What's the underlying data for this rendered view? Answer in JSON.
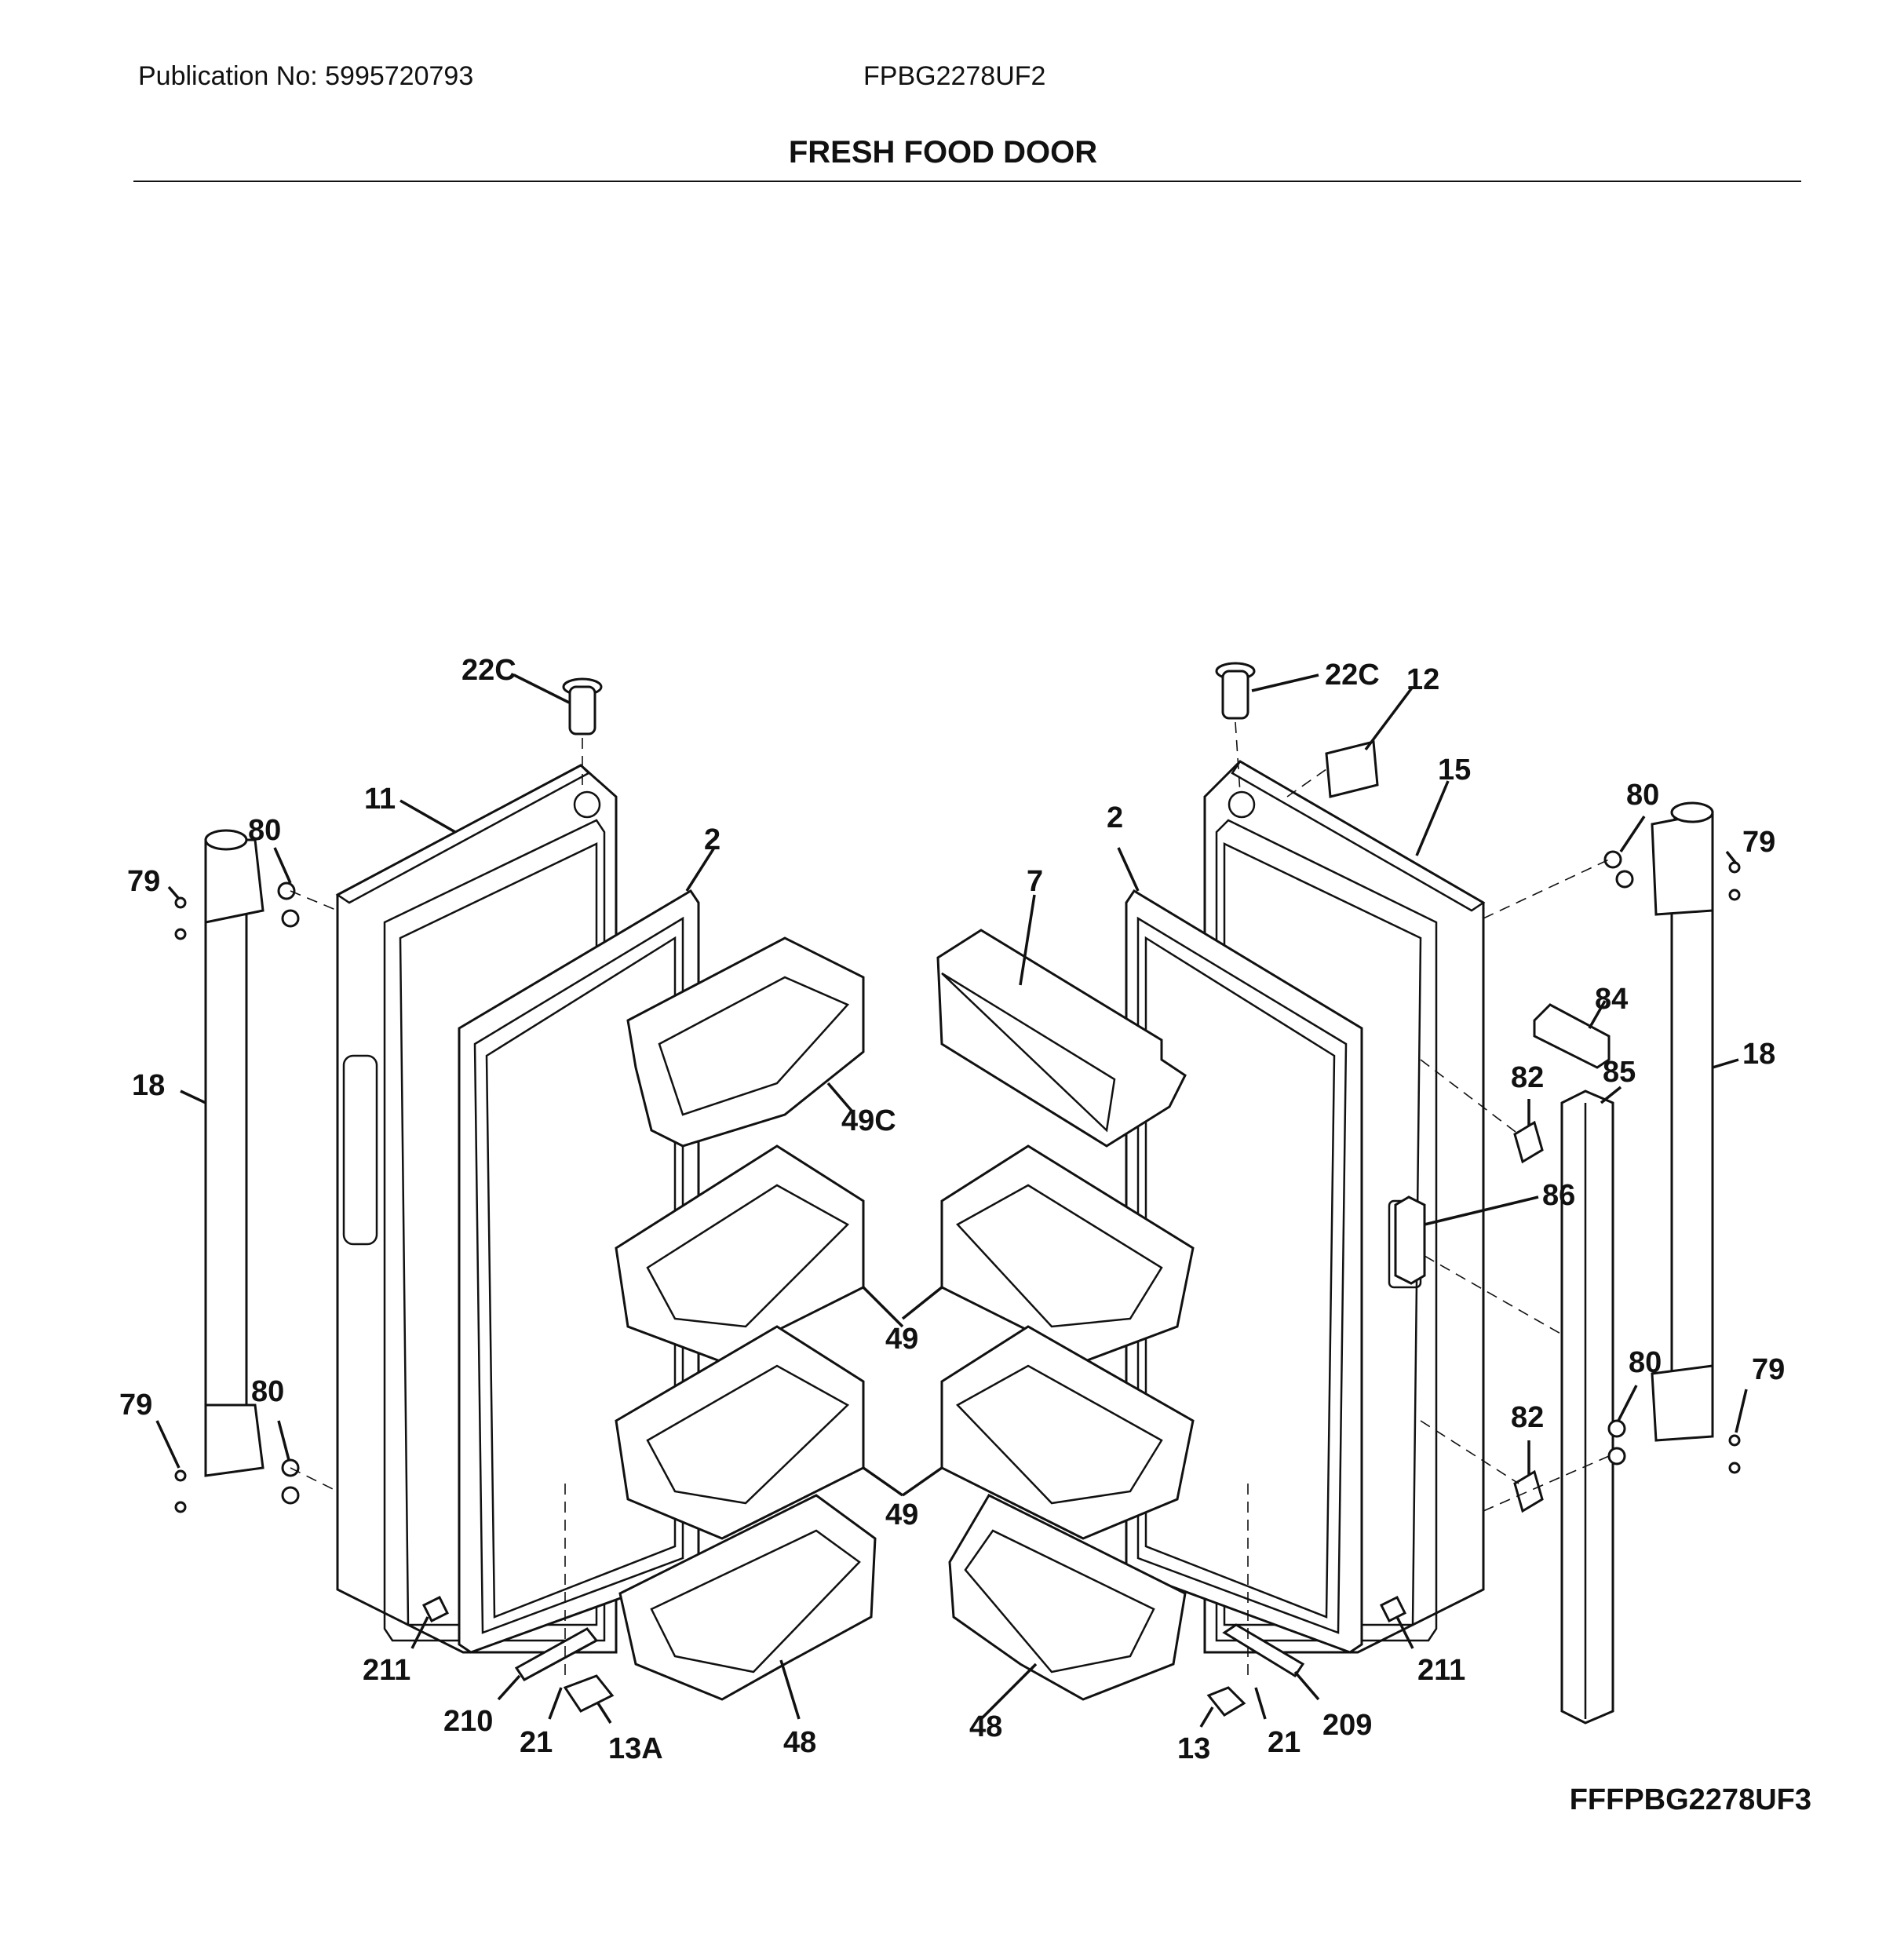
{
  "header": {
    "publication": "Publication No: 5995720793",
    "model": "FPBG2278UF2",
    "title": "FRESH FOOD DOOR"
  },
  "figure_code": "FFFPBG2278UF3",
  "callouts": [
    {
      "id": "c-22c-left",
      "text": "22C"
    },
    {
      "id": "c-22c-right",
      "text": "22C"
    },
    {
      "id": "c-12",
      "text": "12"
    },
    {
      "id": "c-11",
      "text": "11"
    },
    {
      "id": "c-15",
      "text": "15"
    },
    {
      "id": "c-2-left",
      "text": "2"
    },
    {
      "id": "c-2-right",
      "text": "2"
    },
    {
      "id": "c-7",
      "text": "7"
    },
    {
      "id": "c-80-tl",
      "text": "80"
    },
    {
      "id": "c-79-tl",
      "text": "79"
    },
    {
      "id": "c-80-tr",
      "text": "80"
    },
    {
      "id": "c-79-tr",
      "text": "79"
    },
    {
      "id": "c-18-left",
      "text": "18"
    },
    {
      "id": "c-18-right",
      "text": "18"
    },
    {
      "id": "c-49c",
      "text": "49C"
    },
    {
      "id": "c-84",
      "text": "84"
    },
    {
      "id": "c-82-top",
      "text": "82"
    },
    {
      "id": "c-85",
      "text": "85"
    },
    {
      "id": "c-86",
      "text": "86"
    },
    {
      "id": "c-49-a",
      "text": "49"
    },
    {
      "id": "c-49-b",
      "text": "49"
    },
    {
      "id": "c-79-bl",
      "text": "79"
    },
    {
      "id": "c-80-bl",
      "text": "80"
    },
    {
      "id": "c-80-br",
      "text": "80"
    },
    {
      "id": "c-79-br",
      "text": "79"
    },
    {
      "id": "c-82-bot",
      "text": "82"
    },
    {
      "id": "c-211-left",
      "text": "211"
    },
    {
      "id": "c-211-right",
      "text": "211"
    },
    {
      "id": "c-210",
      "text": "210"
    },
    {
      "id": "c-21-left",
      "text": "21"
    },
    {
      "id": "c-13a",
      "text": "13A"
    },
    {
      "id": "c-48-left",
      "text": "48"
    },
    {
      "id": "c-48-right",
      "text": "48"
    },
    {
      "id": "c-13",
      "text": "13"
    },
    {
      "id": "c-21-right",
      "text": "21"
    },
    {
      "id": "c-209",
      "text": "209"
    }
  ]
}
